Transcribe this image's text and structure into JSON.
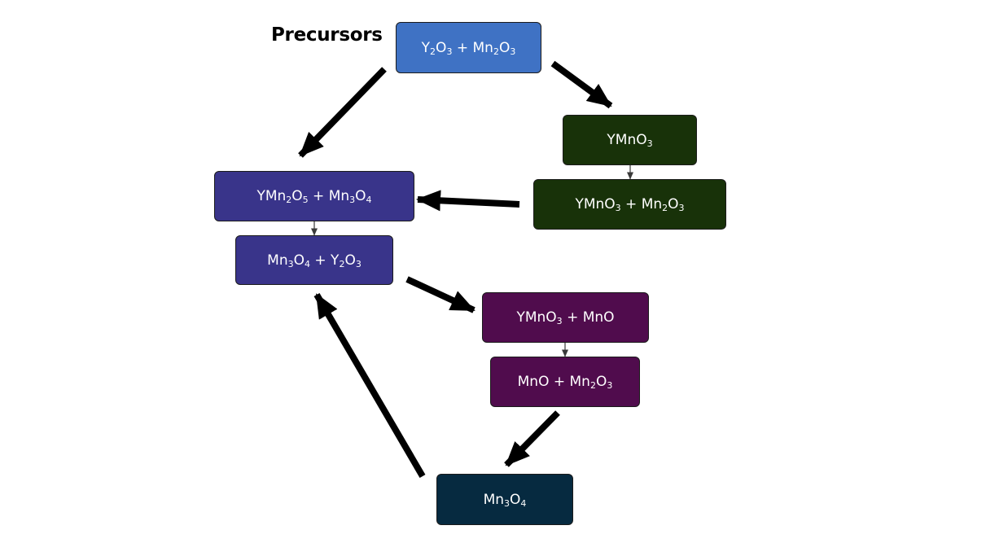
{
  "title": "Precursors",
  "colors": {
    "precursor": "#3f72c4",
    "green": "#183209",
    "indigo": "#39348a",
    "purple": "#500c4d",
    "navy": "#062a40"
  },
  "nodes": [
    {
      "id": "n1",
      "name": "node-precursors",
      "color": "precursor",
      "segments": [
        [
          "Y",
          ""
        ],
        [
          "",
          "2"
        ],
        [
          "O",
          ""
        ],
        [
          "",
          "3"
        ],
        [
          " + Mn",
          ""
        ],
        [
          "",
          "2"
        ],
        [
          "O",
          ""
        ],
        [
          "",
          "3"
        ]
      ]
    },
    {
      "id": "n2",
      "name": "node-ymno3",
      "color": "green",
      "segments": [
        [
          "YMnO",
          ""
        ],
        [
          "",
          "3"
        ]
      ]
    },
    {
      "id": "n3",
      "name": "node-ymno3-mn2o3",
      "color": "green",
      "segments": [
        [
          "YMnO",
          ""
        ],
        [
          "",
          "3"
        ],
        [
          " + Mn",
          ""
        ],
        [
          "",
          "2"
        ],
        [
          "O",
          ""
        ],
        [
          "",
          "3"
        ]
      ]
    },
    {
      "id": "n4",
      "name": "node-ymn2o5-mn3o4",
      "color": "indigo",
      "segments": [
        [
          "YMn",
          ""
        ],
        [
          "",
          "2"
        ],
        [
          "O",
          ""
        ],
        [
          "",
          "5"
        ],
        [
          " + Mn",
          ""
        ],
        [
          "",
          "3"
        ],
        [
          "O",
          ""
        ],
        [
          "",
          "4"
        ]
      ]
    },
    {
      "id": "n5",
      "name": "node-mn3o4-y2o3",
      "color": "indigo",
      "segments": [
        [
          "Mn",
          ""
        ],
        [
          "",
          "3"
        ],
        [
          "O",
          ""
        ],
        [
          "",
          "4"
        ],
        [
          " + Y",
          ""
        ],
        [
          "",
          "2"
        ],
        [
          "O",
          ""
        ],
        [
          "",
          "3"
        ]
      ]
    },
    {
      "id": "n6",
      "name": "node-ymno3-mno",
      "color": "purple",
      "segments": [
        [
          "YMnO",
          ""
        ],
        [
          "",
          "3"
        ],
        [
          " + MnO",
          ""
        ]
      ]
    },
    {
      "id": "n7",
      "name": "node-mno-mn2o3",
      "color": "purple",
      "segments": [
        [
          "MnO + Mn",
          ""
        ],
        [
          "",
          "2"
        ],
        [
          "O",
          ""
        ],
        [
          "",
          "3"
        ]
      ]
    },
    {
      "id": "n8",
      "name": "node-mn3o4",
      "color": "navy",
      "segments": [
        [
          "Mn",
          ""
        ],
        [
          "",
          "3"
        ],
        [
          "O",
          ""
        ],
        [
          "",
          "4"
        ]
      ]
    }
  ]
}
